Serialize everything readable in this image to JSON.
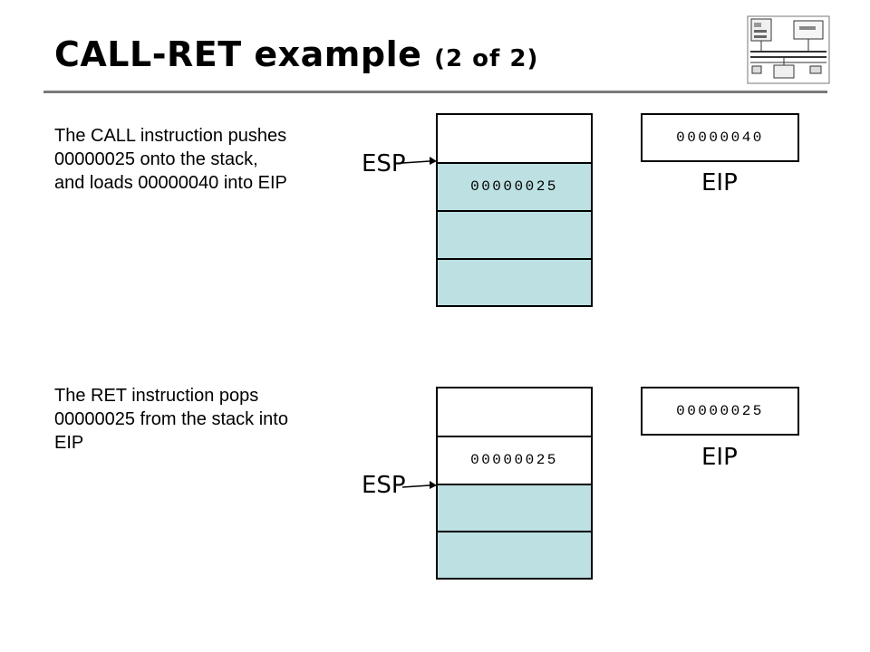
{
  "title": {
    "main": "CALL-RET example",
    "sub": "(2 of 2)"
  },
  "logo_icon": "computer-architecture-diagram-icon",
  "colors": {
    "stack_fill": "#bde0e2",
    "rule": "#7a7a7a"
  },
  "scenario_call": {
    "description": "The CALL instruction pushes 00000025 onto the stack, and loads 00000040 into EIP",
    "stack_cells": [
      "",
      "00000025",
      "",
      ""
    ],
    "esp_label": "ESP",
    "eip_value": "00000040",
    "eip_label": "EIP"
  },
  "scenario_ret": {
    "description": "The RET instruction pops 00000025 from the stack into EIP",
    "stack_cells": [
      "",
      "00000025",
      "",
      ""
    ],
    "esp_label": "ESP",
    "eip_value": "00000025",
    "eip_label": "EIP"
  }
}
